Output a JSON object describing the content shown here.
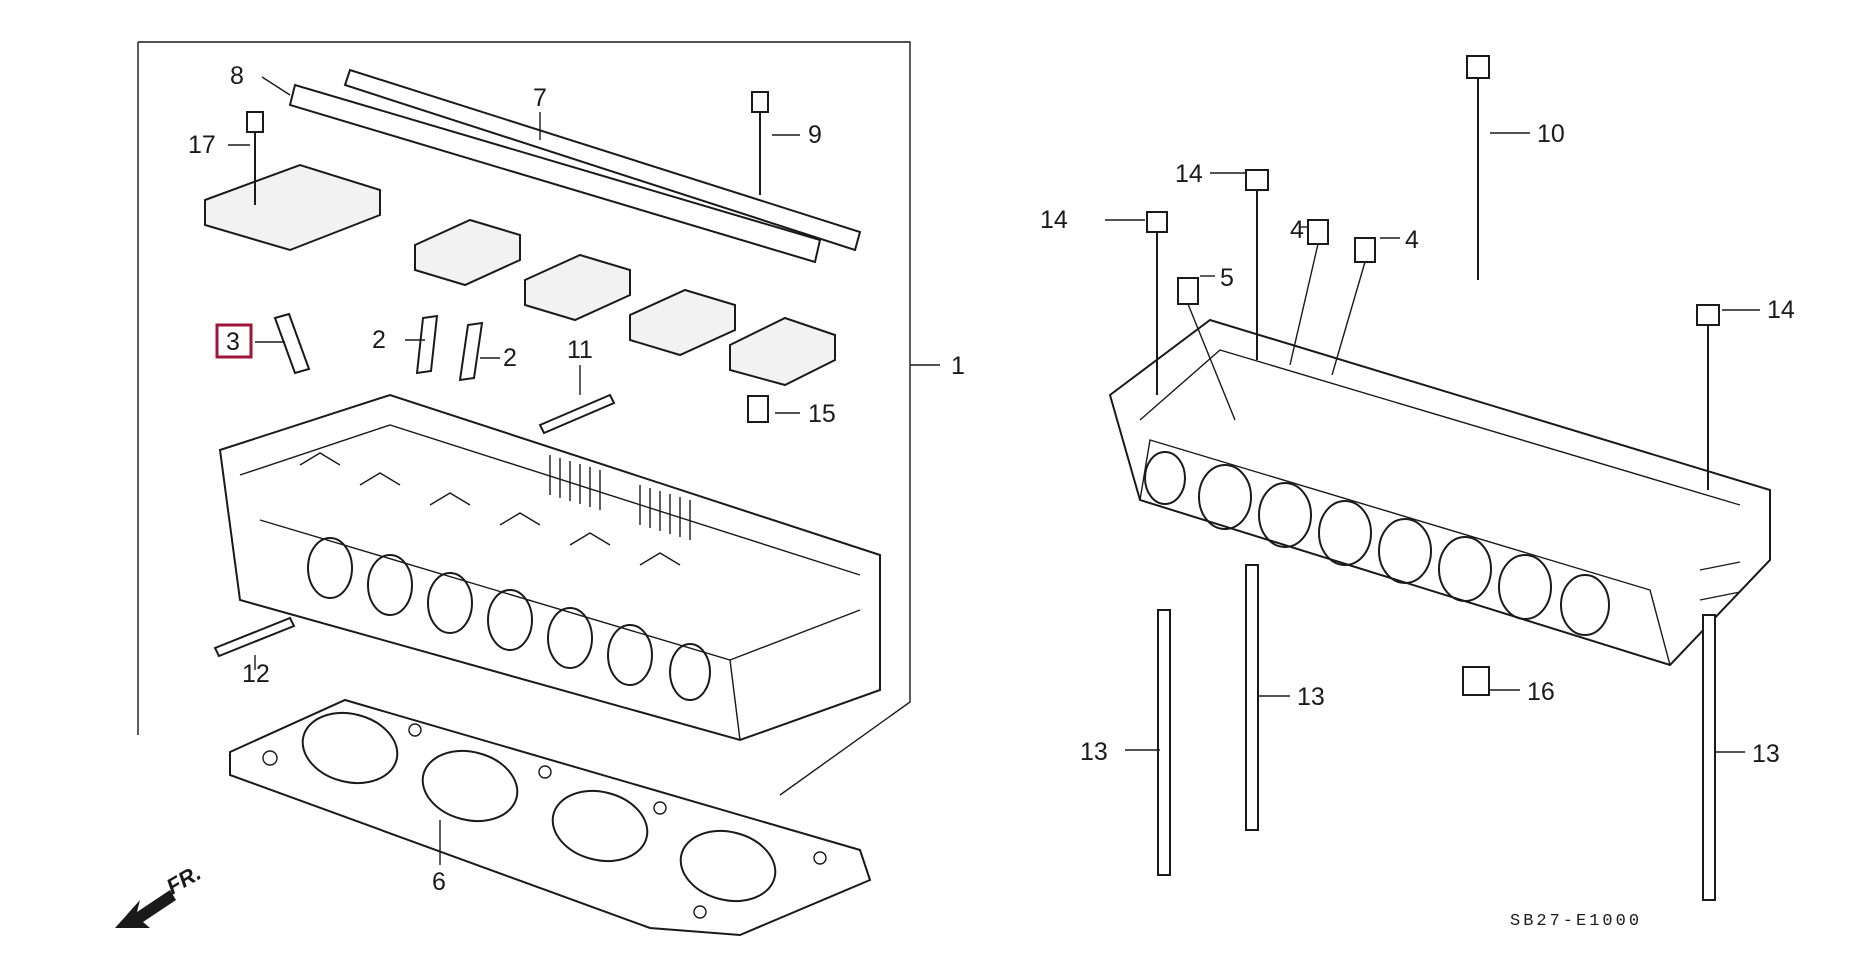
{
  "diagram": {
    "callouts": {
      "c1": "1",
      "c2a": "2",
      "c2b": "2",
      "c3": "3",
      "c4a": "4",
      "c4b": "4",
      "c5": "5",
      "c6": "6",
      "c7": "7",
      "c8": "8",
      "c9": "9",
      "c10": "10",
      "c11": "11",
      "c12": "12",
      "c13a": "13",
      "c13b": "13",
      "c13c": "13",
      "c14a": "14",
      "c14b": "14",
      "c14c": "14",
      "c15": "15",
      "c16": "16",
      "c17": "17"
    },
    "highlighted_part": "3",
    "highlight_color": "#a0163a",
    "direction_label": "FR.",
    "diagram_code": "SB27-E1000"
  }
}
